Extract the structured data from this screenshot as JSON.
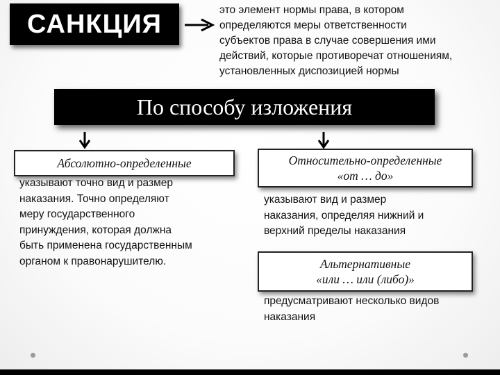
{
  "title": "САНКЦИЯ",
  "definition_lines": [
    "это элемент нормы права, в котором",
    "определяются меры ответственности",
    "субъектов права в случае совершения ими",
    "действий, которые противоречат отношениям,",
    "установленных диспозицией нормы"
  ],
  "classification_header": "По способу изложения",
  "absolute": {
    "label": "Абсолютно-определенные",
    "desc_lines": [
      "указывают точно вид и размер",
      "наказания. Точно определяют",
      "меру государственного",
      "принуждения, которая должна",
      "быть применена государственным",
      "органом к правонарушителю."
    ]
  },
  "relative": {
    "label_line1": "Относительно-определенные",
    "label_line2": "«от … до»",
    "desc_lines": [
      "указывают вид и размер",
      "наказания, определяя нижний и",
      "верхний пределы наказания"
    ]
  },
  "alternative": {
    "label_line1": "Альтернативные",
    "label_line2": "«или … или (либо)»",
    "desc_lines": [
      "предусматривают несколько видов",
      "наказания"
    ]
  }
}
